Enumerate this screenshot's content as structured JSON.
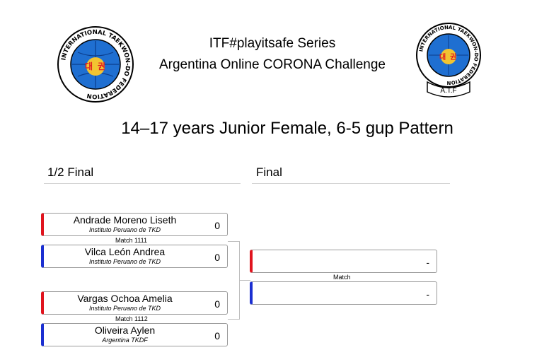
{
  "header": {
    "series": "ITF#playitsafe Series",
    "event": "Argentina Online CORONA Challenge",
    "left_logo": {
      "ring_text": "INTERNATIONAL TAEKWON-DO FEDERATION",
      "center_text": "대 권",
      "colors": {
        "ring": "#ffffff",
        "border": "#000000",
        "globe": "#1f6fd1"
      }
    },
    "right_logo": {
      "ring_text": "INTERNATIONAL TAEKWON-DO FEDERATION",
      "center_text": "대 권",
      "banner_text": "A.T.F",
      "colors": {
        "ring": "#ffffff",
        "border": "#000000",
        "globe": "#1f6fd1"
      }
    }
  },
  "division": "14–17 years Junior Female, 6-5 gup Pattern",
  "rounds": [
    {
      "title": "1/2 Final"
    },
    {
      "title": "Final"
    }
  ],
  "semifinals": [
    {
      "match_label": "Match 1111",
      "red": {
        "name": "Andrade Moreno Liseth",
        "club": "Instituto Peruano de TKD",
        "score": "0"
      },
      "blue": {
        "name": "Vilca León Andrea",
        "club": "Instituto Peruano de TKD",
        "score": "0"
      }
    },
    {
      "match_label": "Match 1112",
      "red": {
        "name": "Vargas Ochoa Amelia",
        "club": "Instituto Peruano de TKD",
        "score": "0"
      },
      "blue": {
        "name": "Oliveira Aylen",
        "club": "Argentina TKDF",
        "score": "0"
      }
    }
  ],
  "final": {
    "match_label": "Match",
    "red": {
      "name": "",
      "club": "",
      "score": "-"
    },
    "blue": {
      "name": "",
      "club": "",
      "score": "-"
    }
  },
  "colors": {
    "red_corner": "#e0141e",
    "blue_corner": "#1b2fd1",
    "connector": "#bdbdbd"
  }
}
